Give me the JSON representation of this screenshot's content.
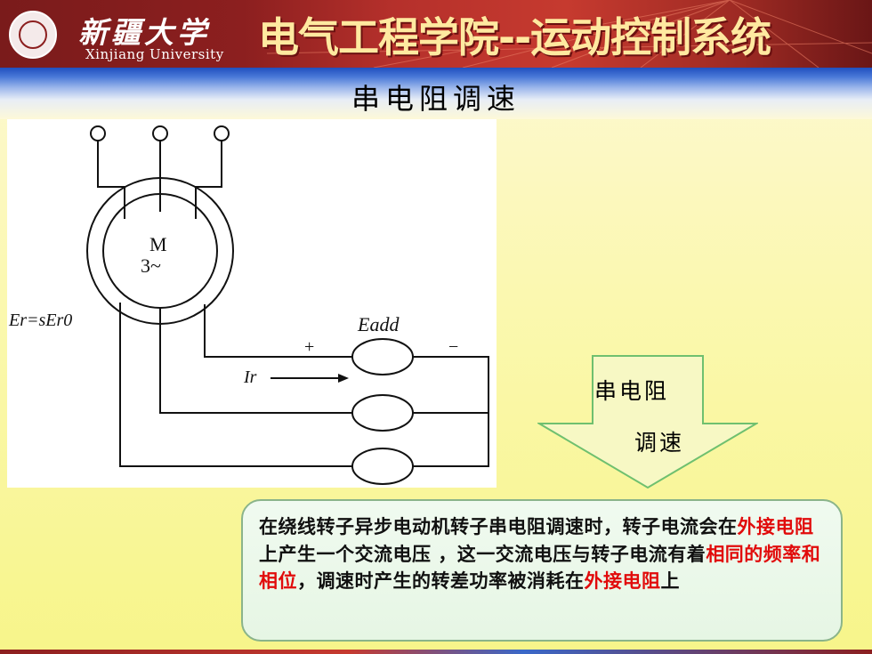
{
  "header": {
    "university_cn": "新疆大学",
    "university_en": "Xinjiang University",
    "title": "电气工程学院--运动控制系统",
    "logo_icon": "university-seal-icon"
  },
  "slide": {
    "title": "串电阻调速"
  },
  "diagram": {
    "supply_symbol": "~",
    "motor_label_top": "M",
    "motor_label_bottom": "3~",
    "emf_label": "Er=sEr0",
    "eadd_label": "Eadd",
    "plus_sign": "+",
    "minus_sign": "−",
    "current_label": "Ir"
  },
  "arrow": {
    "line1": "串电阻",
    "line2": "调速",
    "border_color": "#6fc06f"
  },
  "note": {
    "seg1": "在绕线转子异步电动机转子串电阻调速时，转子电流会在",
    "seg2_red": "外接电阻",
    "seg3": "上产生一个交流电压 ，这一交流电压与转子电流有着",
    "seg4_red": "相同的频率和相位",
    "seg5": "，调速时产生的转差功率被消耗在",
    "seg6_red": "外接电阻",
    "seg7": "上"
  },
  "colors": {
    "accent_red": "#e10b0b",
    "header_red": "#8c1f1f",
    "header_title": "#ffe9a0"
  }
}
